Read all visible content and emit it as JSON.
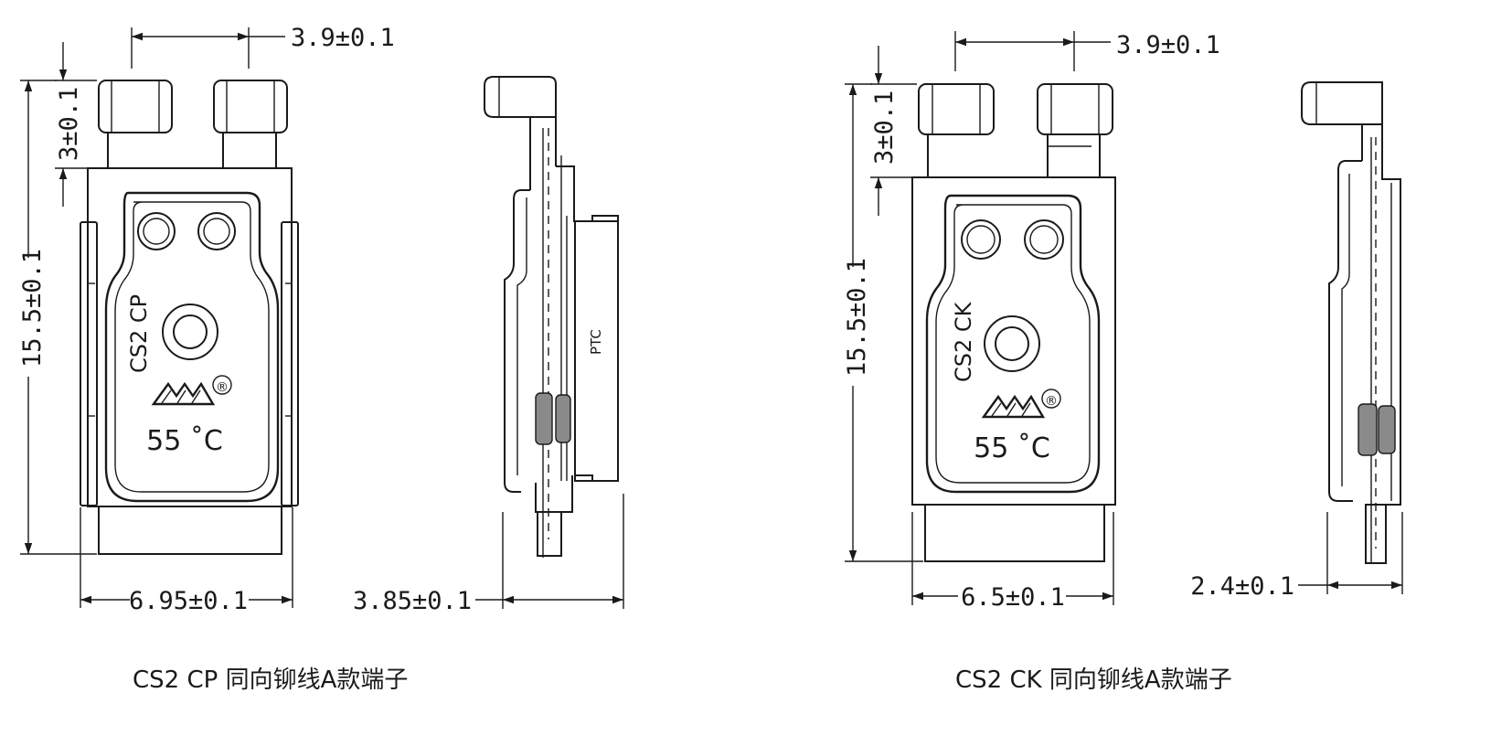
{
  "colors": {
    "line": "#1a1a1a",
    "background": "#ffffff",
    "ptc_fill": "#d9d9d9",
    "contact": "#8a8a8a"
  },
  "left_part": {
    "model_mark": "CS2 CP",
    "temperature": "55 ˚C",
    "registered_mark": "®",
    "side_label": "PTC",
    "caption": "CS2 CP 同向铆线A款端子",
    "dims": {
      "terminal_gap": "3.9±0.1",
      "terminal_height": "3±0.1",
      "total_height": "15.5±0.1",
      "width": "6.95±0.1",
      "thickness": "3.85±0.1"
    }
  },
  "right_part": {
    "model_mark": "CS2 CK",
    "temperature": "55 ˚C",
    "registered_mark": "®",
    "caption": "CS2 CK 同向铆线A款端子",
    "dims": {
      "terminal_gap": "3.9±0.1",
      "terminal_height": "3±0.1",
      "total_height": "15.5±0.1",
      "width": "6.5±0.1",
      "thickness": "2.4±0.1"
    }
  }
}
